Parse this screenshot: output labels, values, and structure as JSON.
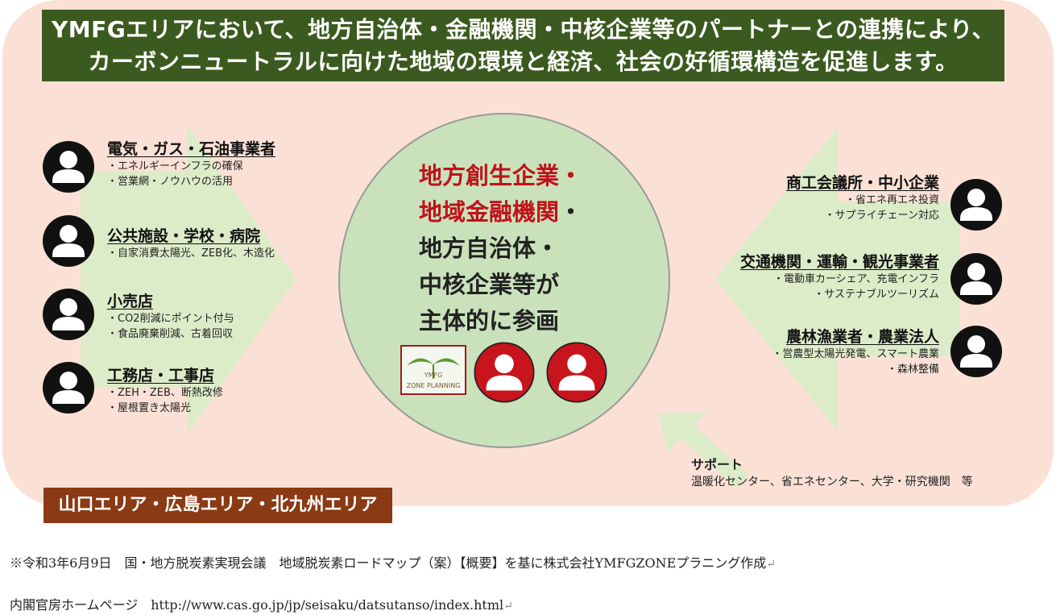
{
  "banner": {
    "line1": "YMFGエリアにおいて、地方自治体・金融機関・中核企業等のパートナーとの連携により、",
    "line2": "カーボンニュートラルに向けた地域の環境と経済、社会の好循環構造を促進します。"
  },
  "left_groups": [
    {
      "title": "電気・ガス・石油事業者",
      "items": [
        "・エネルギーインフラの確保",
        "・営業網・ノウハウの活用"
      ]
    },
    {
      "title": "公共施設・学校・病院",
      "items": [
        "・自家消費太陽光、ZEB化、木造化"
      ]
    },
    {
      "title": "小売店",
      "items": [
        "・CO2削減にポイント付与",
        "・食品廃棄削減、古着回収"
      ]
    },
    {
      "title": "工務店・工事店",
      "items": [
        "・ZEH・ZEB、断熱改修",
        "・屋根置き太陽光"
      ]
    }
  ],
  "right_groups": [
    {
      "title": "商工会議所・中小企業",
      "items": [
        "・省エネ再エネ投資",
        "・サプライチェーン対応"
      ]
    },
    {
      "title": "交通機関・運輸・観光事業者",
      "items": [
        "・電動車カーシェア、充電インフラ",
        "・サステナブルツーリズム"
      ]
    },
    {
      "title": "農林漁業者・農業法人",
      "items": [
        "・営農型太陽光発電、スマート農業",
        "・森林整備"
      ]
    }
  ],
  "center": {
    "line1": "地方創生企業・",
    "line2a": "地域金融機関",
    "line2b": "・",
    "line3": "地方自治体・",
    "line4": "中核企業等が",
    "line5": "主体的に参画"
  },
  "logo": {
    "top": "YMFG",
    "bottom": "ZONE PLANNING"
  },
  "support": {
    "title": "サポート",
    "body": "温暖化センター、省エネセンター、大学・研究機関　等"
  },
  "area_band": "山口エリア・広島エリア・北九州エリア",
  "notes": {
    "line1": "※令和3年6月9日　国・地方脱炭素実現会議　地域脱炭素ロードマップ（案）【概要】を基に株式会社YMFGZONEプラニング作成",
    "line2": "内閣官房ホームページ　http://www.cas.go.jp/jp/seisaku/datsutanso/index.html"
  },
  "colors": {
    "banner_bg": "#3b5a1f",
    "panel_bg": "#fbe1d5",
    "arrow_fill": "#dcecc9",
    "circle_fill": "#c9e2bb",
    "accent_red": "#c0121a",
    "area_band_bg": "#8a3a14",
    "person_icon_bg": "#111111",
    "center_person_bg": "#c8141c"
  }
}
